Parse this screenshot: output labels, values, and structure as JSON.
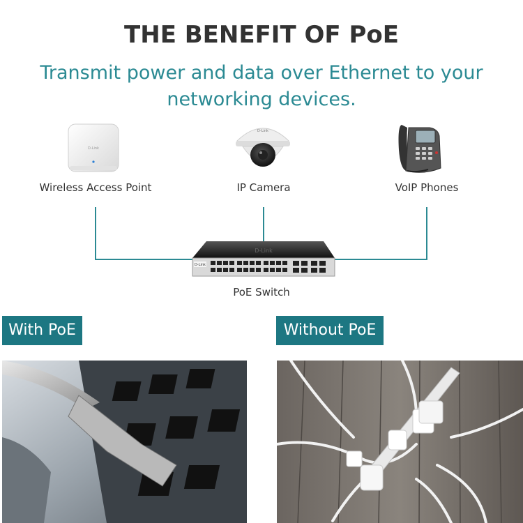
{
  "header": {
    "title": "THE BENEFIT OF PoE",
    "subtitle": "Transmit power and data over Ethernet to your networking devices."
  },
  "devices": [
    {
      "label": "Wireless Access Point",
      "icon": "wireless-access-point-icon"
    },
    {
      "label": "IP Camera",
      "icon": "ip-camera-icon"
    },
    {
      "label": "VoIP Phones",
      "icon": "voip-phone-icon"
    }
  ],
  "switch": {
    "label": "PoE Switch",
    "brand": "D-Link",
    "icon": "poe-switch-icon"
  },
  "comparison": {
    "with_label": "With PoE",
    "without_label": "Without PoE"
  },
  "colors": {
    "accent": "#1d7782",
    "subtitle": "#2b8a93",
    "title": "#333333"
  }
}
